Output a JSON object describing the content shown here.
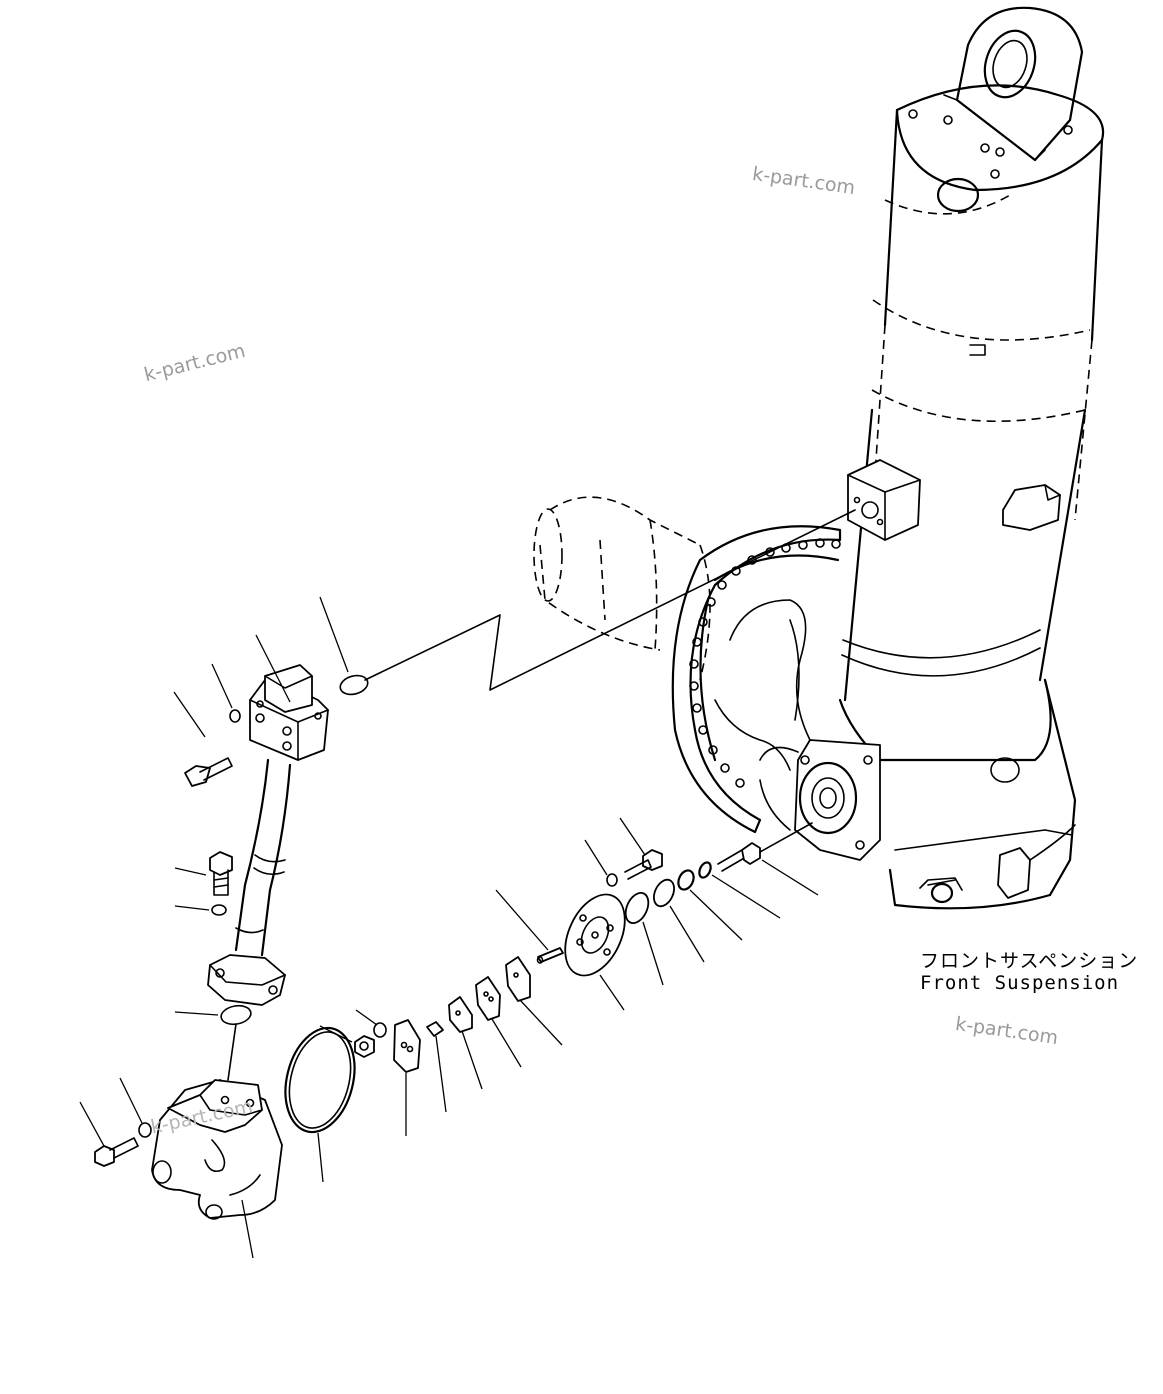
{
  "watermarks": [
    "k-part.com",
    "k-part.com",
    "k-part.com",
    "k-part.com"
  ],
  "caption": {
    "japanese": "フロントサスペンション",
    "english": "Front Suspension"
  },
  "callouts": [
    {
      "part": "o-ring-upper"
    },
    {
      "part": "pipe-bracket"
    },
    {
      "part": "washer-upper"
    },
    {
      "part": "bolt-upper"
    },
    {
      "part": "bolt-middle"
    },
    {
      "part": "washer-middle"
    },
    {
      "part": "o-ring-lower"
    },
    {
      "part": "washer-lower"
    },
    {
      "part": "bolt-lower"
    },
    {
      "part": "elbow-body"
    },
    {
      "part": "seal-ring"
    },
    {
      "part": "nut"
    },
    {
      "part": "lock-washer"
    },
    {
      "part": "plate"
    },
    {
      "part": "small-plate"
    },
    {
      "part": "shim-1"
    },
    {
      "part": "shim-2"
    },
    {
      "part": "shim-3"
    },
    {
      "part": "pin"
    },
    {
      "part": "flange"
    },
    {
      "part": "bolt-flange"
    },
    {
      "part": "washer-flange"
    },
    {
      "part": "disc"
    },
    {
      "part": "spacer"
    },
    {
      "part": "washer-right"
    },
    {
      "part": "bolt-right"
    }
  ]
}
